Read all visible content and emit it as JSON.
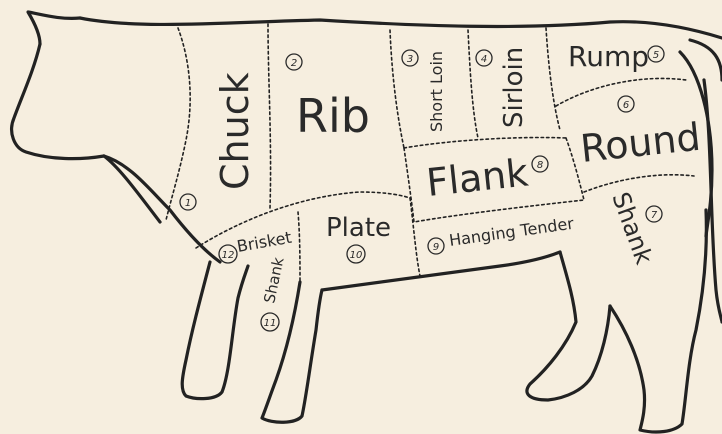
{
  "diagram": {
    "background_color": "#f6eedf",
    "ink_color": "#222222",
    "cuts": [
      {
        "key": "chuck",
        "name": "Chuck",
        "number": "1"
      },
      {
        "key": "rib",
        "name": "Rib",
        "number": "2"
      },
      {
        "key": "short_loin",
        "name": "Short Loin",
        "number": "3"
      },
      {
        "key": "sirloin",
        "name": "Sirloin",
        "number": "4"
      },
      {
        "key": "rump",
        "name": "Rump",
        "number": "5"
      },
      {
        "key": "round",
        "name": "Round",
        "number": "6"
      },
      {
        "key": "shank_hind",
        "name": "Shank",
        "number": "7"
      },
      {
        "key": "flank",
        "name": "Flank",
        "number": "8"
      },
      {
        "key": "hanging_tender",
        "name": "Hanging Tender",
        "number": "9"
      },
      {
        "key": "plate",
        "name": "Plate",
        "number": "10"
      },
      {
        "key": "shank_fore",
        "name": "Shank",
        "number": "11"
      },
      {
        "key": "brisket",
        "name": "Brisket",
        "number": "12"
      }
    ]
  }
}
